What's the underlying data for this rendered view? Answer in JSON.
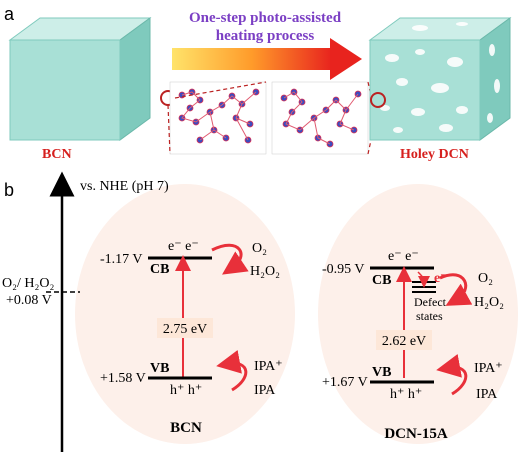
{
  "panel_a": {
    "letter": "a",
    "process_line1": "One-step photo-assisted",
    "process_line2": "heating process",
    "left_label": "BCN",
    "right_label": "Holey DCN"
  },
  "panel_b": {
    "letter": "b",
    "axis_label": "vs. NHE (pH 7)",
    "ref_potential_line1": "O₂/ H₂O₂",
    "ref_potential_line2": "+0.08 V",
    "bcn": {
      "name": "BCN",
      "cb_potential": "-1.17 V",
      "vb_potential": "+1.58 V",
      "cb_label": "CB",
      "vb_label": "VB",
      "band_gap": "2.75 eV",
      "electrons": "e⁻  e⁻",
      "holes": "h⁺  h⁺",
      "o2": "O₂",
      "h2o2": "H₂O₂",
      "ipa_plus": "IPA⁺",
      "ipa": "IPA"
    },
    "dcn": {
      "name": "DCN-15A",
      "cb_potential": "-0.95 V",
      "vb_potential": "+1.67 V",
      "cb_label": "CB",
      "vb_label": "VB",
      "band_gap": "2.62 eV",
      "electrons": "e⁻  e⁻",
      "holes": "h⁺  h⁺",
      "trapped_e": "e⁻",
      "defect_line1": "Defect",
      "defect_line2": "states",
      "o2": "O₂",
      "h2o2": "H₂O₂",
      "ipa_plus": "IPA⁺",
      "ipa": "IPA"
    }
  },
  "colors": {
    "process_text": "#7b3fc4",
    "cube_face": "#a8e0d6",
    "cube_dark": "#6fbfb2",
    "arrow_red": "#e8303a",
    "ellipse_fill": "#fdf0ea",
    "gap_box": "#fde7d8",
    "dcn_label": "#d6201e",
    "bcn_label": "#d6201e"
  }
}
